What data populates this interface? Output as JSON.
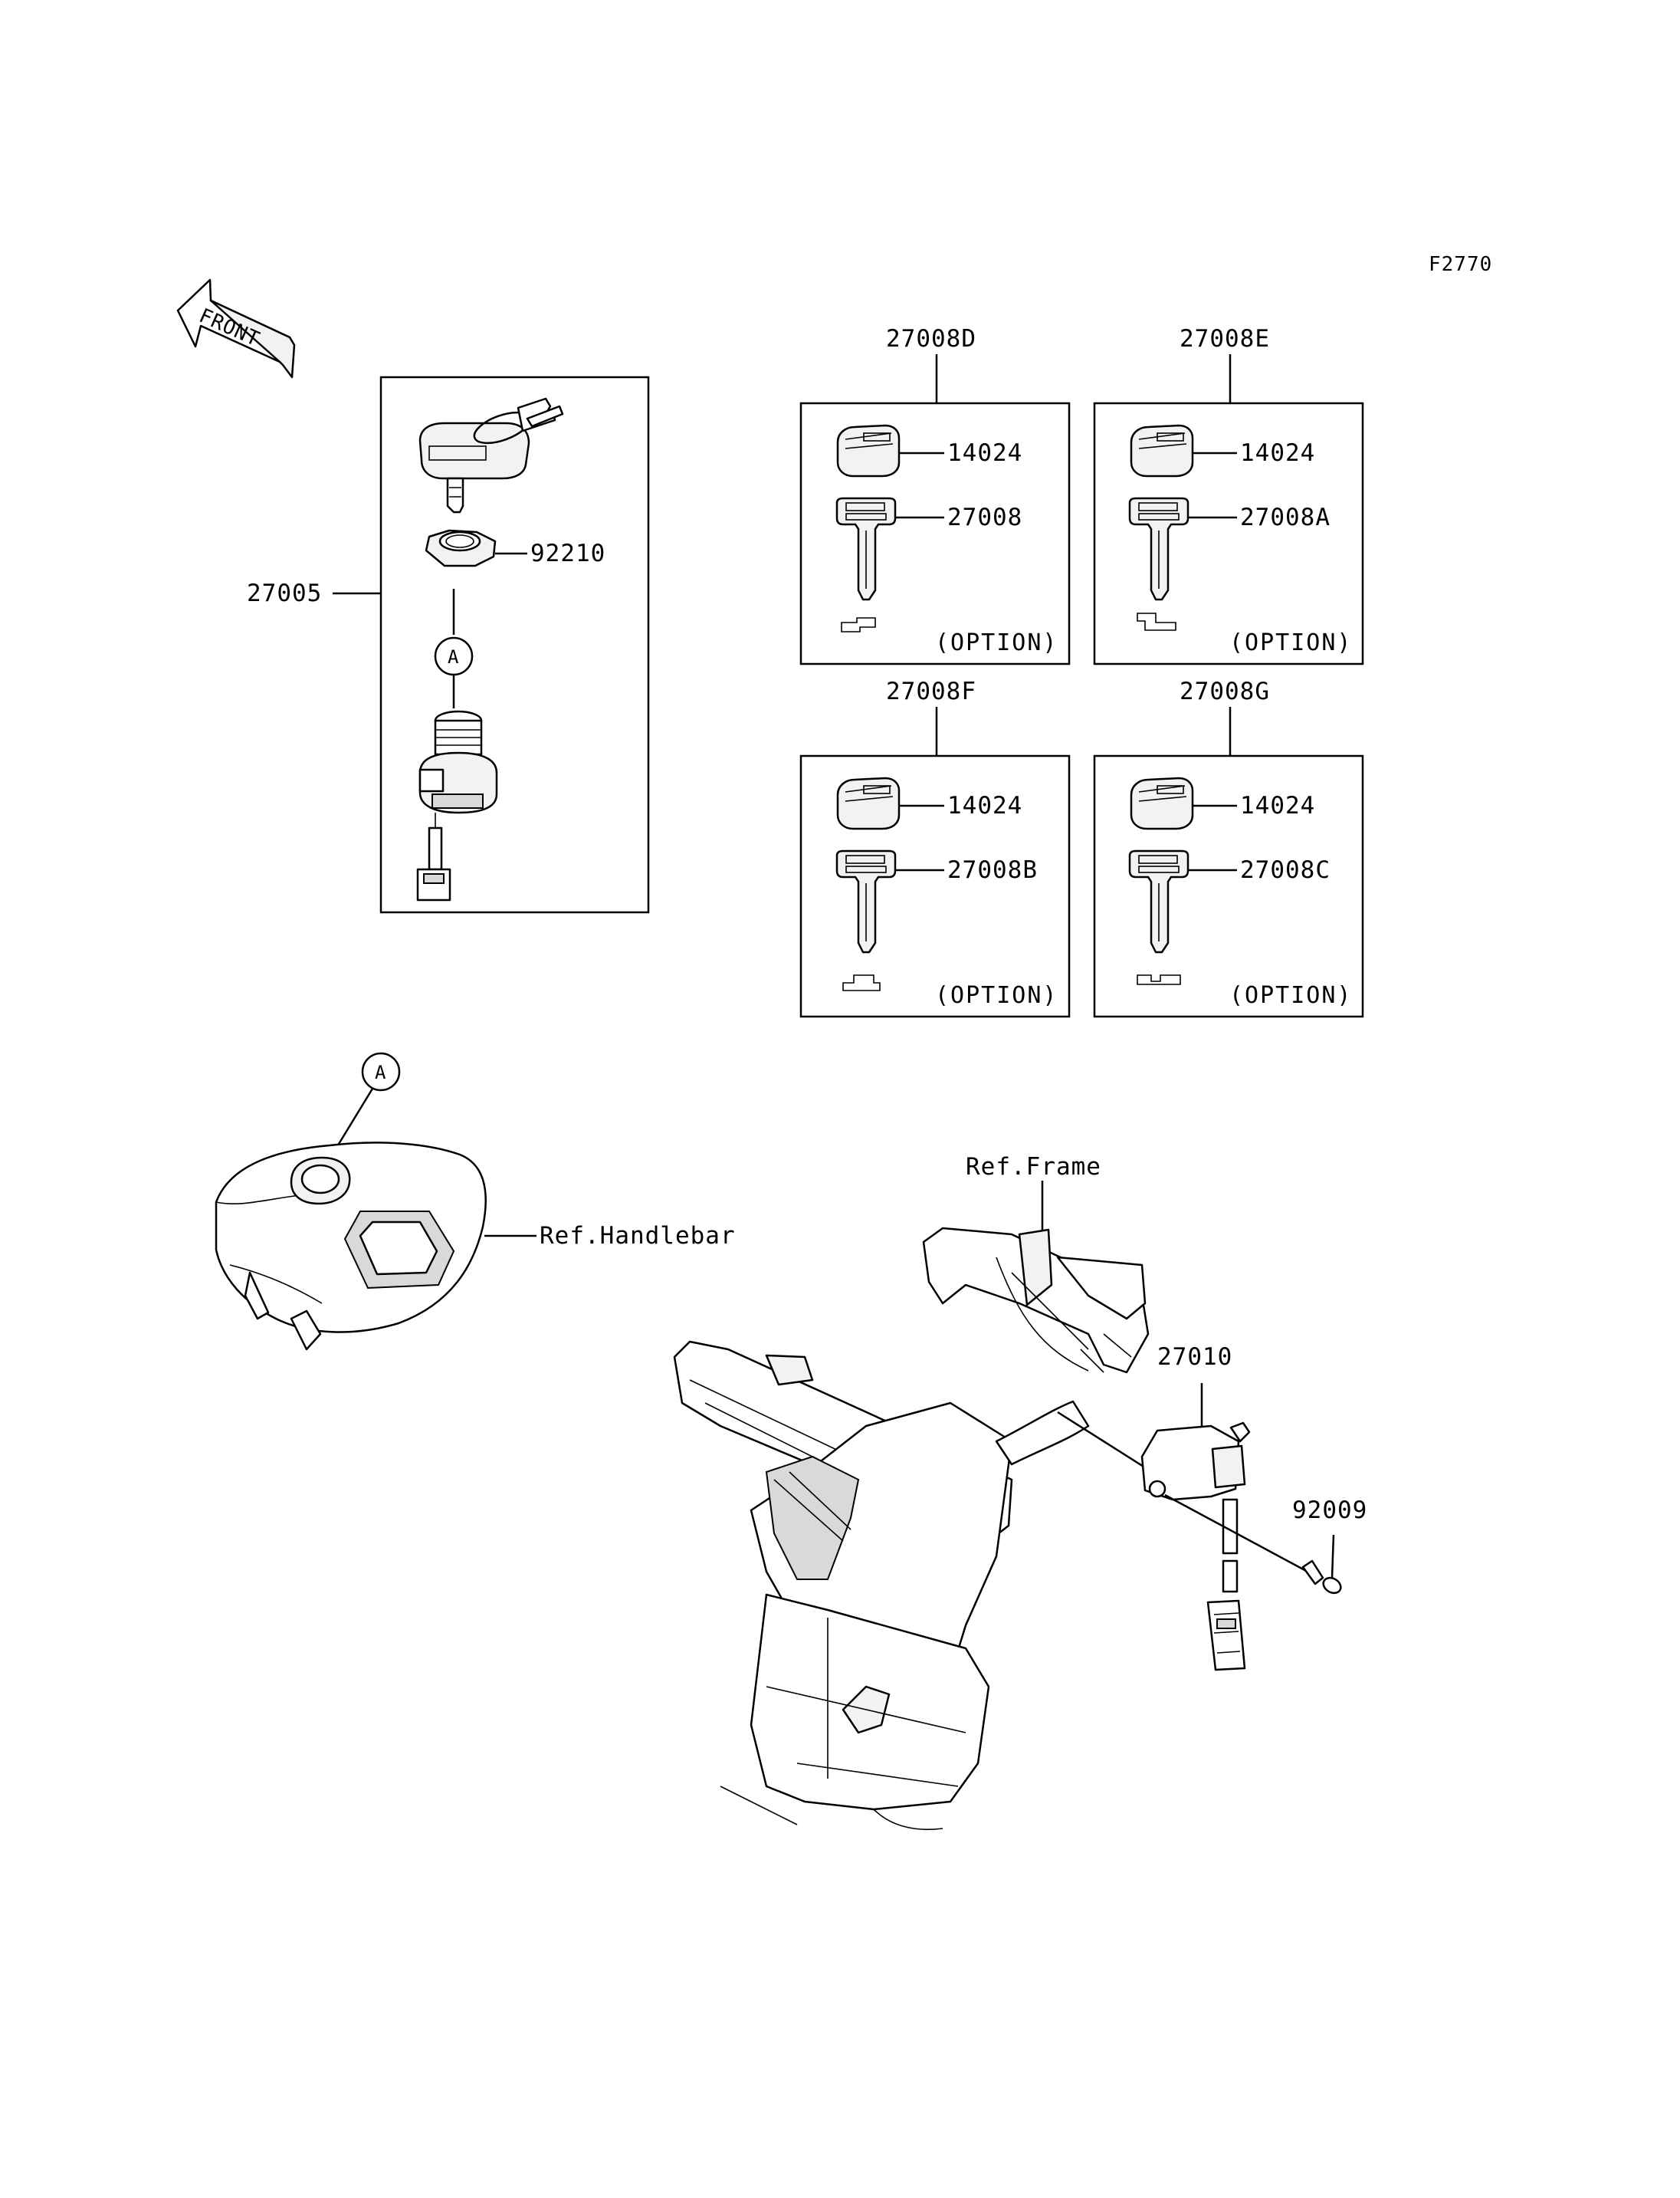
{
  "figure_code": "F2770",
  "direction_arrow": {
    "label": "FRONT",
    "icon": "front-direction-arrow-icon"
  },
  "ignition_switch_kit": {
    "part_number": "27005",
    "nut": "92210",
    "ref_mark": "A"
  },
  "key_sets": [
    {
      "set": "27008D",
      "cover": "14024",
      "key": "27008",
      "option": "(OPTION)"
    },
    {
      "set": "27008E",
      "cover": "14024",
      "key": "27008A",
      "option": "(OPTION)"
    },
    {
      "set": "27008F",
      "cover": "14024",
      "key": "27008B",
      "option": "(OPTION)"
    },
    {
      "set": "27008G",
      "cover": "14024",
      "key": "27008C",
      "option": "(OPTION)"
    }
  ],
  "handlebar": {
    "ref_mark": "A",
    "label": "Ref.Handlebar"
  },
  "frame": {
    "label": "Ref.Frame"
  },
  "relay": {
    "part_number": "27010",
    "bolt": "92009"
  }
}
